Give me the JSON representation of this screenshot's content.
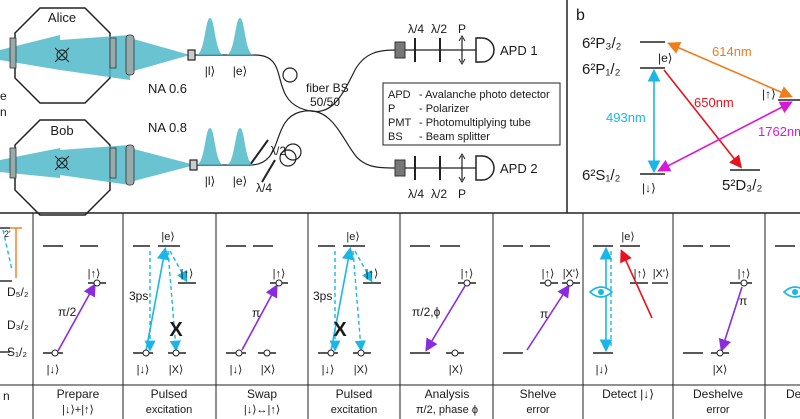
{
  "panel_a": {
    "alice_label": "Alice",
    "bob_label": "Bob",
    "na_alice": "NA 0.6",
    "na_bob": "NA 0.8",
    "left_partial_1": "e",
    "left_partial_2": "n",
    "ket_l_top": "|l⟩",
    "ket_e_top": "|e⟩",
    "ket_l_bot": "|l⟩",
    "ket_e_bot": "|e⟩",
    "fiber_bs_1": "fiber BS",
    "fiber_bs_2": "50/50",
    "lambda2_mid": "λ/2",
    "lambda4_mid": "λ/4",
    "apd1_label": "APD 1",
    "apd2_label": "APD 2",
    "wp_top_q": "λ/4",
    "wp_top_h": "λ/2",
    "wp_top_p": "P",
    "wp_bot_q": "λ/4",
    "wp_bot_h": "λ/2",
    "wp_bot_p": "P",
    "legend": [
      {
        "abbr": "APD",
        "desc": "- Avalanche photo detector"
      },
      {
        "abbr": "P",
        "desc": "- Polarizer"
      },
      {
        "abbr": "PMT",
        "desc": "- Photomultiplying tube"
      },
      {
        "abbr": "BS",
        "desc": "- Beam splitter"
      }
    ]
  },
  "panel_b": {
    "label": "b",
    "p32": "6²P₃/₂",
    "p12": "6²P₁/₂",
    "s12": "6²S₁/₂",
    "d32": "5²D₃/₂",
    "ket_e": "|e⟩",
    "ket_up": "|↑⟩",
    "ket_down": "|↓⟩",
    "wl_614": "614nm",
    "wl_650": "650nm",
    "wl_493": "493nm",
    "wl_1762": "1762nm",
    "colors": {
      "orange": "#f07d1c",
      "red": "#e8121d",
      "cyan": "#1ab6e8",
      "magenta": "#d81ad8",
      "purple": "#8a2be2"
    }
  },
  "panel_c": {
    "left_labels": {
      "top": "2'",
      "d52": "D₅/₂",
      "d32": "D₃/₂",
      "s12": "S₁/₂"
    },
    "steps": [
      {
        "name": "Prepare",
        "sub": "|↓⟩+|↑⟩",
        "pulse": "π/2",
        "kets": [
          "|↑⟩",
          "|↓⟩"
        ]
      },
      {
        "name": "Pulsed",
        "sub": "excitation",
        "pulse": "3ps",
        "kets": [
          "|e⟩",
          "|↑⟩",
          "|↓⟩",
          "|X⟩"
        ],
        "mark": "X"
      },
      {
        "name": "Swap",
        "sub": "|↓⟩↔|↑⟩",
        "pulse": "π",
        "kets": [
          "|↑⟩",
          "|↓⟩",
          "|X⟩"
        ]
      },
      {
        "name": "Pulsed",
        "sub": "excitation",
        "pulse": "3ps",
        "kets": [
          "|e⟩",
          "|↑⟩",
          "|↓⟩",
          "|X⟩"
        ],
        "mark": "X"
      },
      {
        "name": "Analysis",
        "sub": "π/2, phase ϕ",
        "pulse": "π/2,ϕ",
        "kets": [
          "|↑⟩",
          "|X⟩"
        ]
      },
      {
        "name": "Shelve",
        "sub": "error",
        "pulse": "π",
        "kets": [
          "|↑⟩",
          "|X'⟩"
        ]
      },
      {
        "name": "Detect |↓⟩",
        "sub": "",
        "pulse": "",
        "kets": [
          "|e⟩",
          "|↑⟩",
          "|X'⟩",
          "|↓⟩"
        ]
      },
      {
        "name": "Deshelve",
        "sub": "error",
        "pulse": "π",
        "kets": [
          "|↑⟩",
          "|X⟩"
        ]
      },
      {
        "name": "De",
        "sub": "",
        "pulse": "",
        "kets": []
      }
    ],
    "first_col_partial": "n"
  }
}
